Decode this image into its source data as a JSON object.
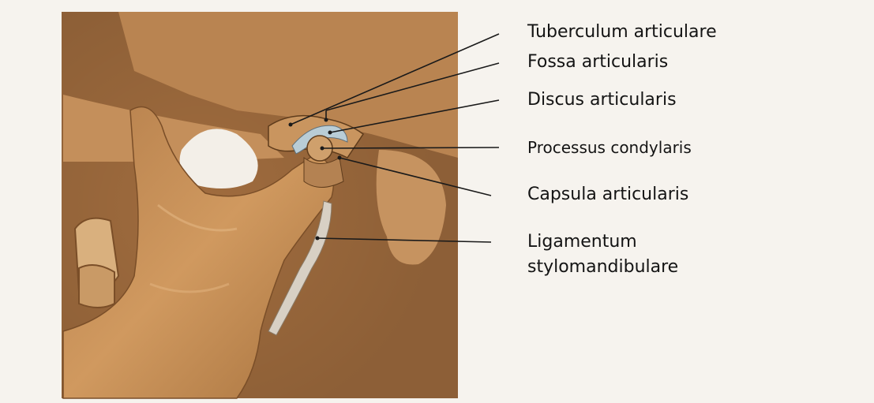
{
  "labels": {
    "tuberculum": "Tuberculum articulare",
    "fossa": "Fossa articularis",
    "discus": "Discus articularis",
    "processus": "Processus condylaris",
    "capsula": "Capsula articularis",
    "ligamentum_line1": "Ligamentum",
    "ligamentum_line2": "stylomandibulare"
  },
  "colors": {
    "bone": "#c08a58",
    "bone_light": "#d9a672",
    "bone_dark": "#8a5a30",
    "cartilage": "#b9cdd6",
    "ligament": "#d8d0c4",
    "leader_line": "#1a1a1a",
    "background": "#f6f3ee"
  }
}
